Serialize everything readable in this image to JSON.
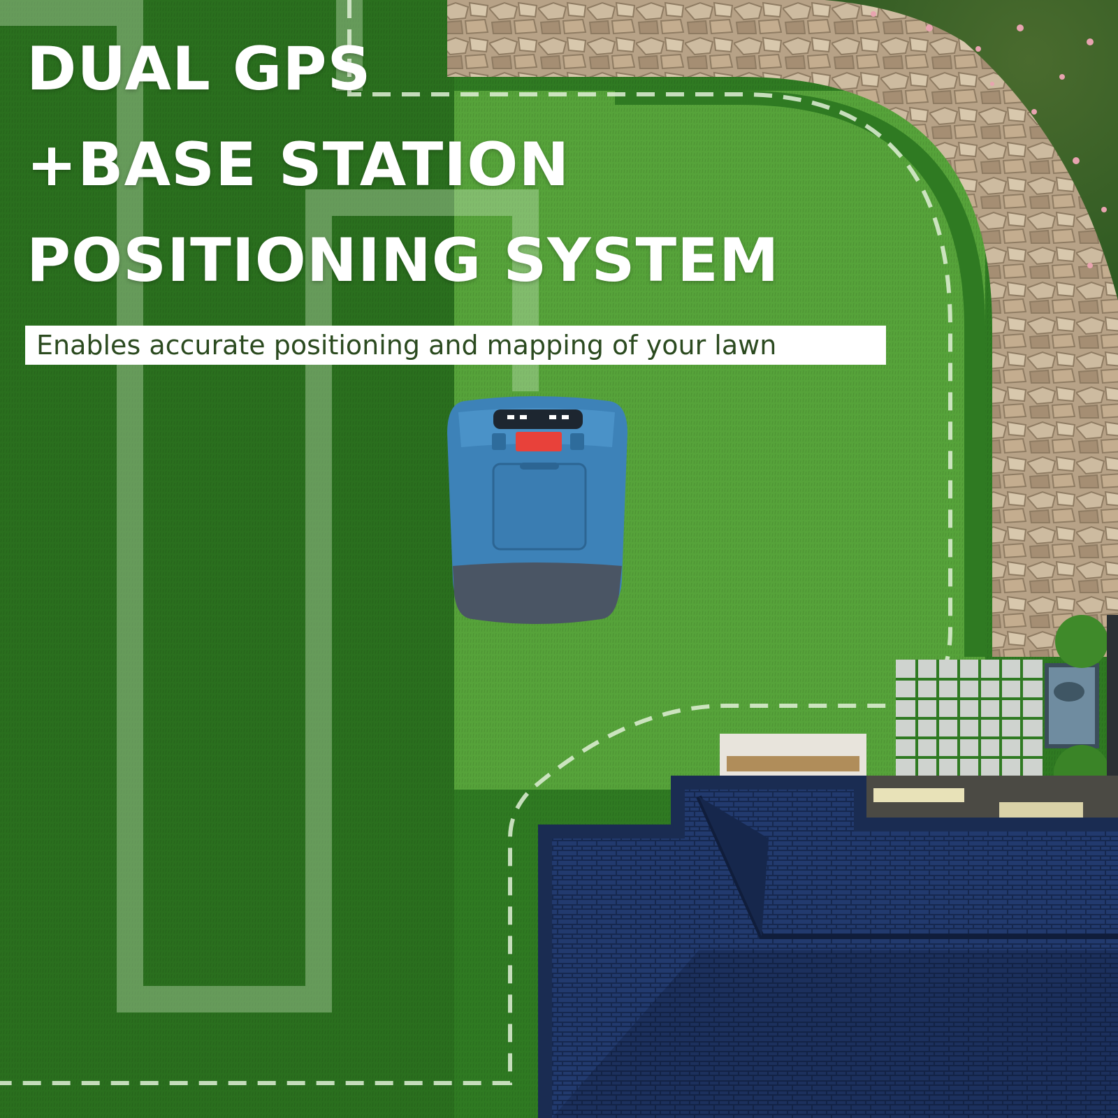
{
  "headline": {
    "line1": "DUAL GPS",
    "line2": "+BASE STATION",
    "line3": "POSITIONING SYSTEM"
  },
  "subtitle": "Enables accurate positioning and mapping of your lawn",
  "colors": {
    "lawn_dark": "#2f7a22",
    "lawn_light": "#58a63a",
    "mower_body": "#3d82b8",
    "mower_button": "#e8413a",
    "roof": "#1f3566",
    "path_stone": "#b9a489",
    "text_white": "#ffffff",
    "subtitle_text": "#2b4a1f"
  }
}
